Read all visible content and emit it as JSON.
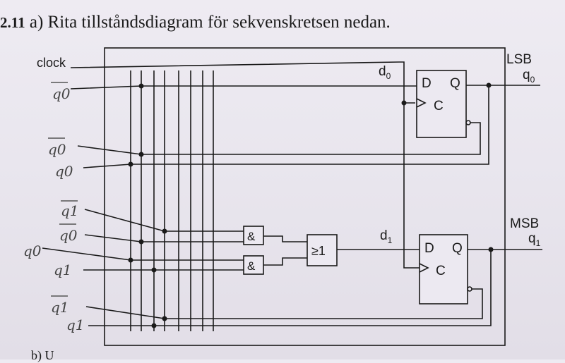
{
  "exercise": {
    "number": "2.11",
    "title": "a) Rita tillståndsdiagram för sekvenskretsen nedan."
  },
  "circuit": {
    "clock_label": "clock",
    "lsb_label": "LSB",
    "msb_label": "MSB",
    "q0_output": {
      "base": "q",
      "sub": "0"
    },
    "q1_output": {
      "base": "q",
      "sub": "1"
    },
    "d0": {
      "base": "d",
      "sub": "0"
    },
    "d1": {
      "base": "d",
      "sub": "1"
    },
    "pins": {
      "d": "D",
      "q": "Q",
      "c": "C"
    },
    "and_symbol": "&",
    "or_symbol": "≥1"
  },
  "handwritten": [
    "q0",
    "q0",
    "q0",
    "q1",
    "q0",
    "q0",
    "q1",
    "q1",
    "q1"
  ],
  "footer_text": "b) U"
}
